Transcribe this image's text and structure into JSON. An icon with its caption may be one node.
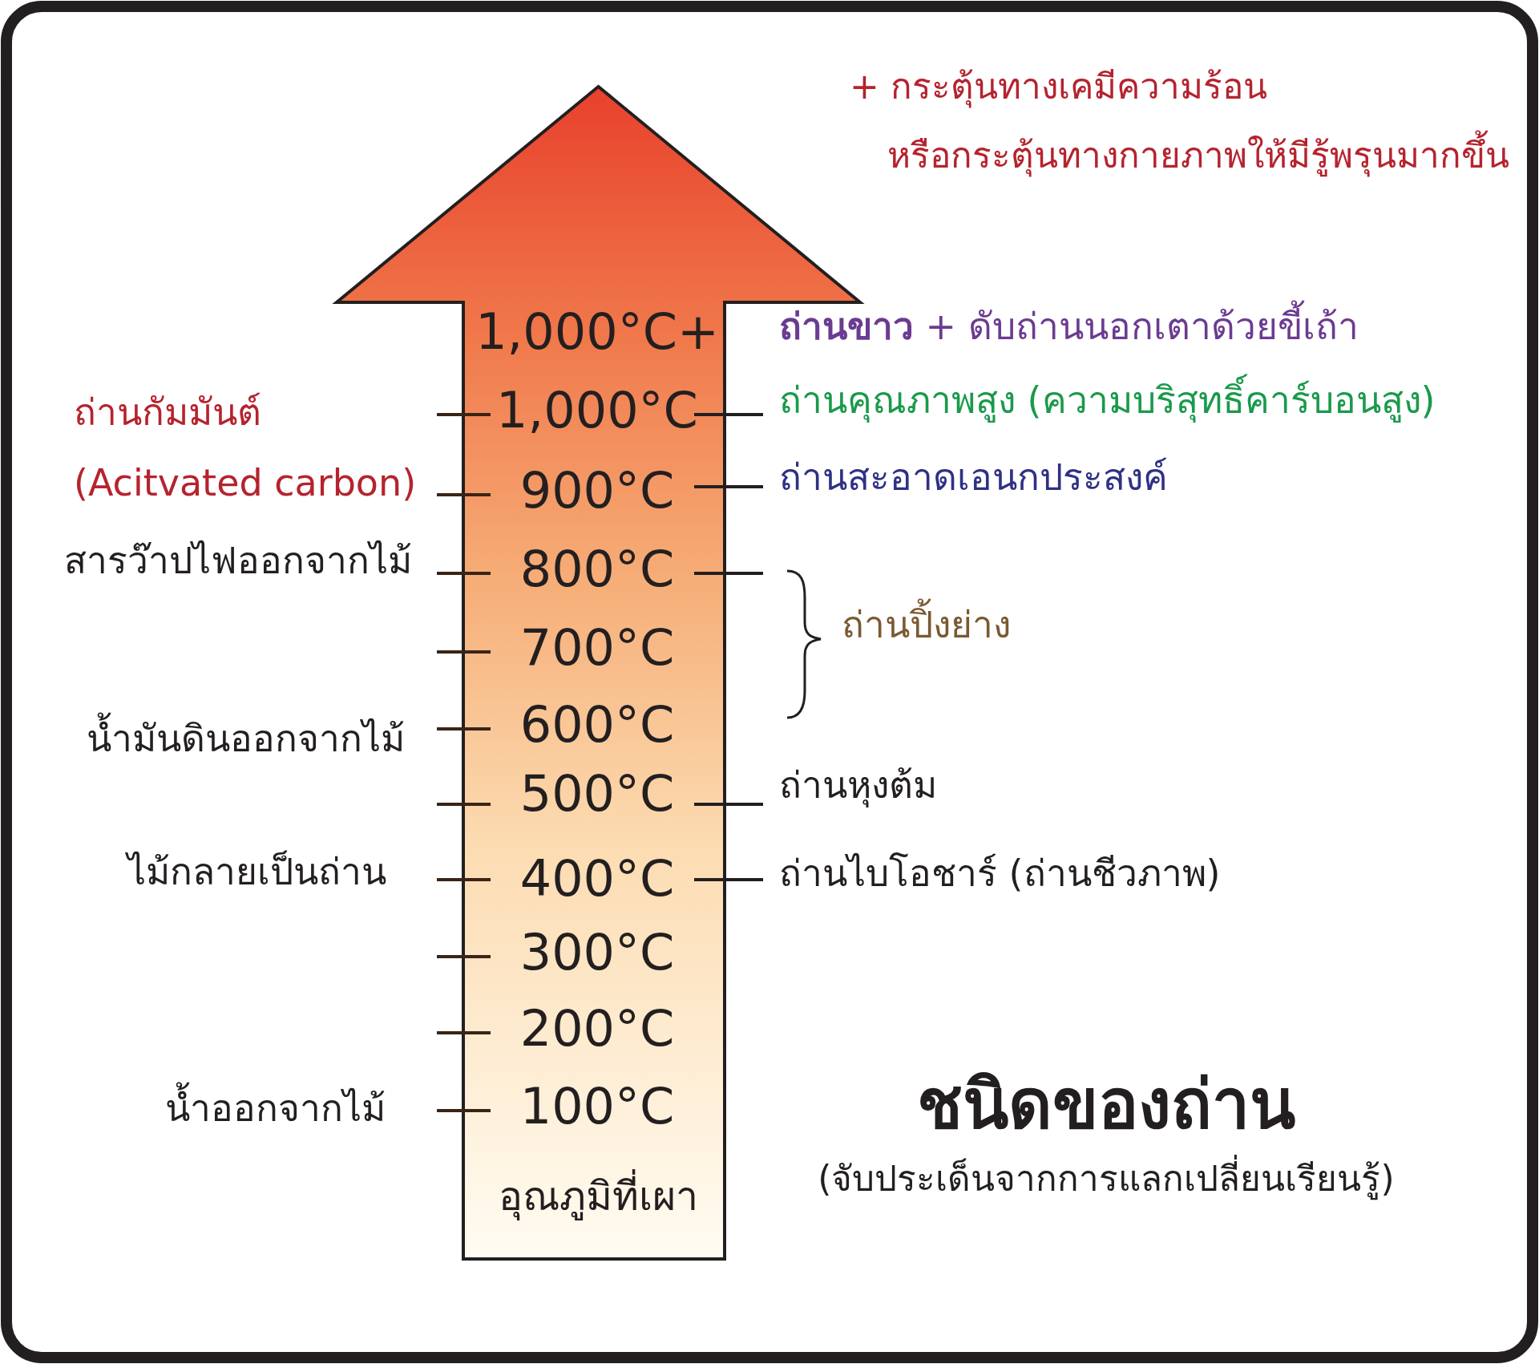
{
  "diagram": {
    "title": "ชนิดของถ่าน",
    "caption": "(จับประเด็นจากการแลกเปลี่ยนเรียนรู้)",
    "nodes": [
      {
        "text": [
          "อุณภูมิที่เผา"
        ]
      }
    ],
    "labels": [
      "+ กระตุ้นทางเคมีความร้อน",
      "หรือกระตุ้นทางกายภาพให้มีรู้พรุนมากขึ้น",
      "1,000°C+",
      "**ถ่านขาว** + ดับถ่านนอกเตาด้วยขี้เถ้า",
      "ถ่านกัมมันต์",
      "1,000°C",
      "ถ่านคุณภาพสูง (ความบริสุทธิ์คาร์บอนสูง)",
      "(Acitvated carbon)",
      "900°C",
      "ถ่านสะอาดเอนกประสงค์",
      "สารว๊าปไฟออกจากไม้",
      "800°C",
      "ถ่านปิ้งย่าง",
      "700°C",
      "น้ำมันดินออกจากไม้",
      "600°C",
      "500°C",
      "ถ่านหุงต้ม",
      "ไม้กลายเป็นถ่าน",
      "400°C",
      "ถ่านไบโอชาร์ (ถ่านชีวภาพ)",
      "300°C",
      "200°C",
      "น้ำออกจากไม้",
      "100°C"
    ]
  }
}
